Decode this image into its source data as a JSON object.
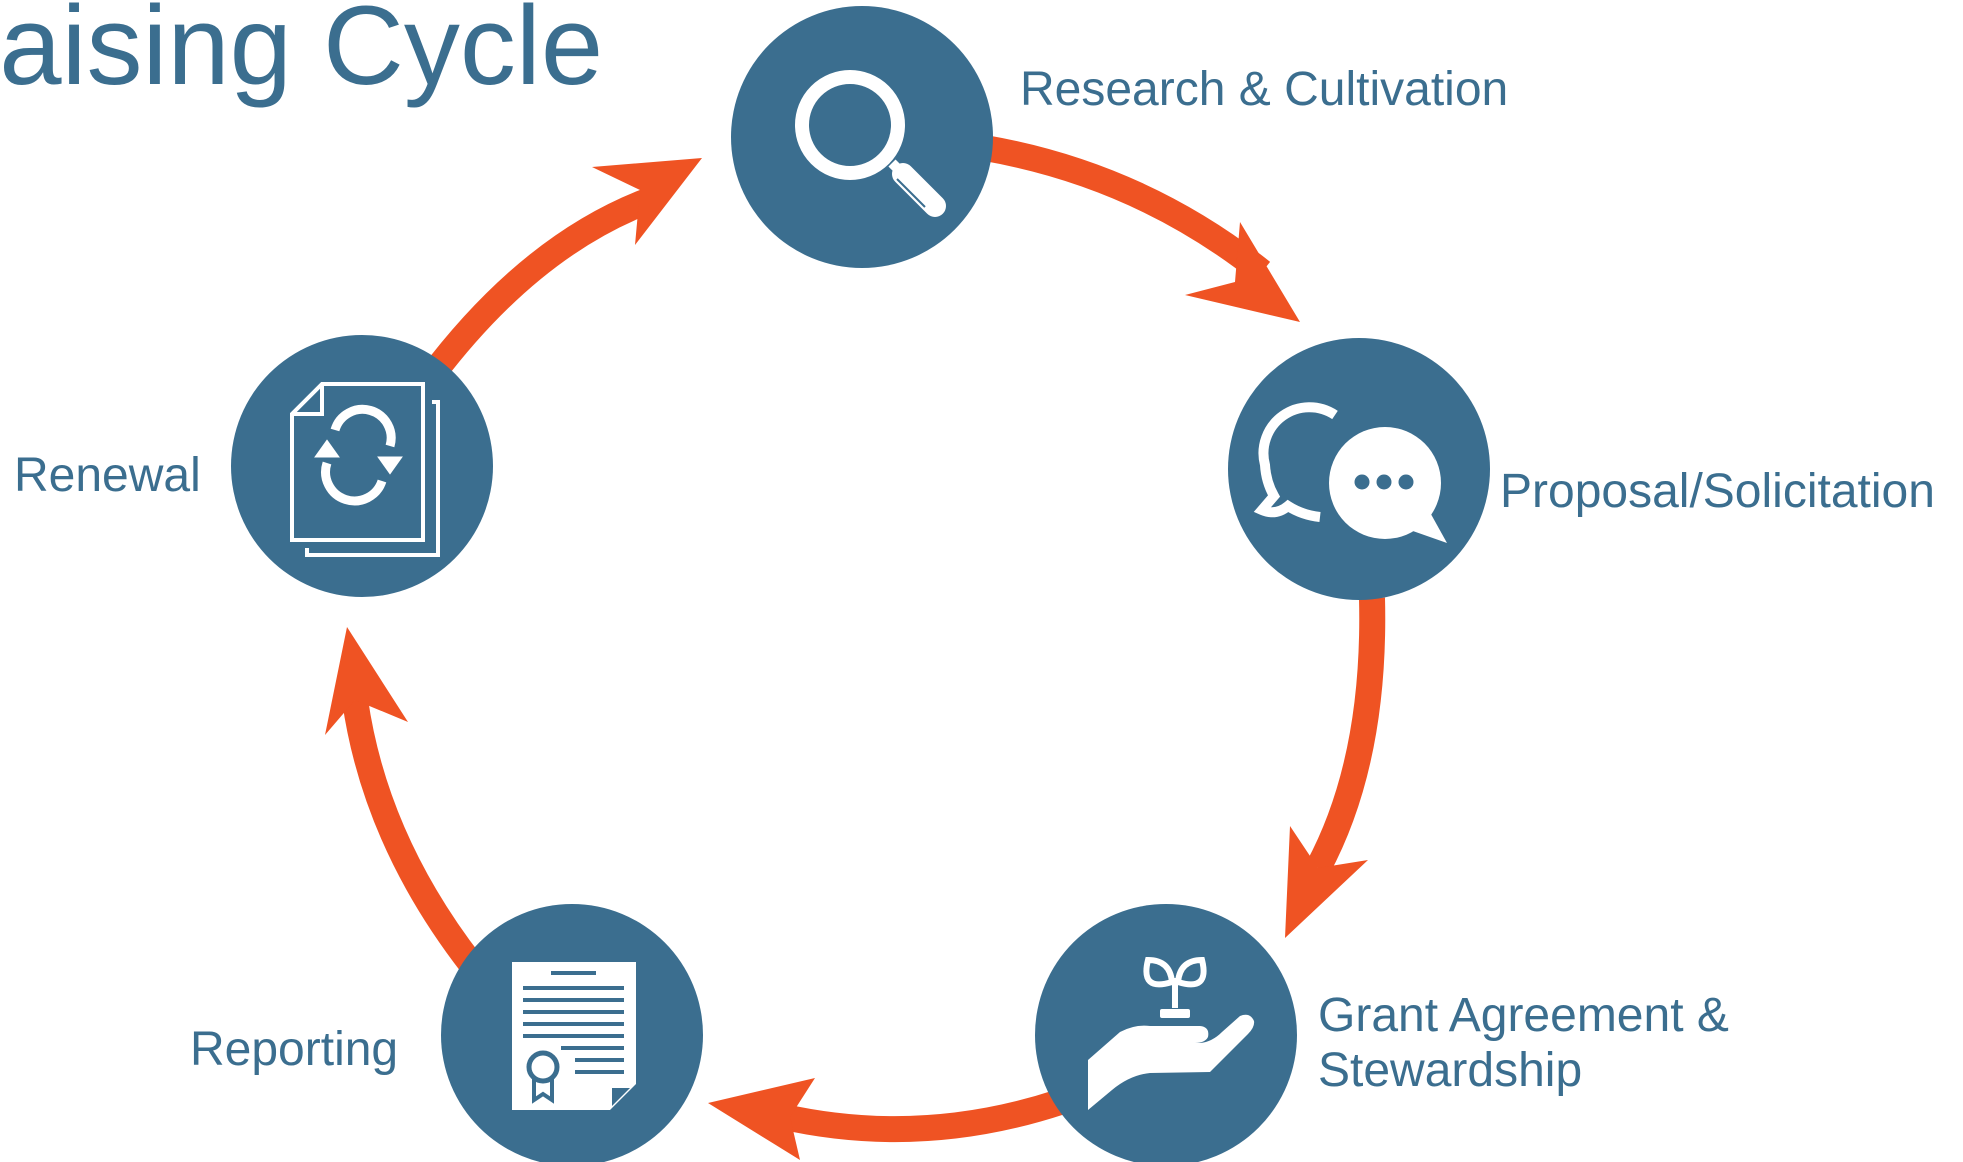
{
  "title": "raising Cycle",
  "colors": {
    "node": "#3b6e8f",
    "arrow": "#ef5323",
    "icon": "#ffffff",
    "title": "#3b6e8f"
  },
  "stages": [
    {
      "id": "research",
      "label": "Research & Cultivation",
      "icon": "magnifier-icon"
    },
    {
      "id": "proposal",
      "label": "Proposal/Solicitation",
      "icon": "chat-bubbles-icon"
    },
    {
      "id": "grant",
      "label_lines": [
        "Grant Agreement &",
        "Stewardship"
      ],
      "icon": "hand-plant-icon"
    },
    {
      "id": "reporting",
      "label": "Reporting",
      "icon": "certificate-document-icon"
    },
    {
      "id": "renewal",
      "label": "Renewal",
      "icon": "document-refresh-icon"
    }
  ],
  "flow": [
    "research",
    "proposal",
    "grant",
    "reporting",
    "renewal",
    "research"
  ]
}
